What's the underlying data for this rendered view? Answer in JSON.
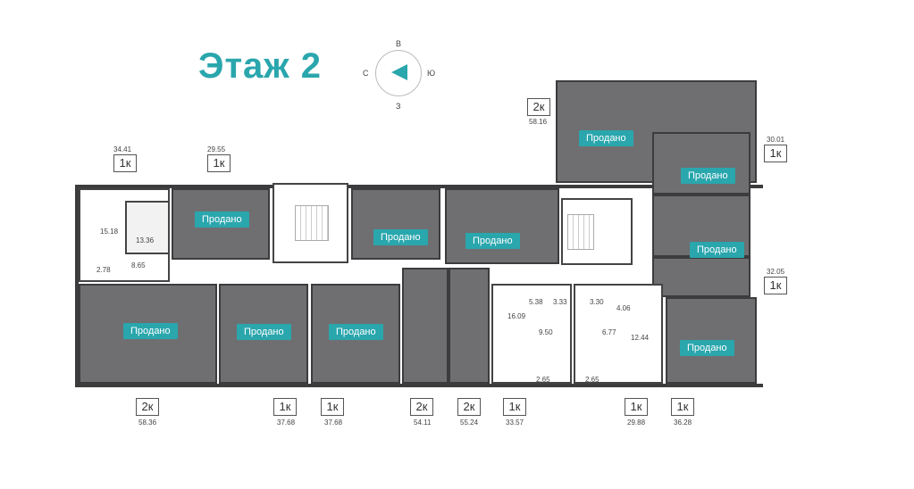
{
  "floor_title": "Этаж 2",
  "compass": {
    "north": "В",
    "west": "С",
    "east": "Ю",
    "south": "З",
    "icon": "compass-arrow-icon"
  },
  "status_label": "Продано",
  "top_units": [
    {
      "type": "1к",
      "area": "34.41"
    },
    {
      "type": "1к",
      "area": "29.55"
    },
    {
      "type": "2к",
      "area": "58.16"
    },
    {
      "type": "1к",
      "area": "30.01"
    },
    {
      "type": "1к",
      "area": "32.05"
    }
  ],
  "bottom_units": [
    {
      "type": "2к",
      "area": "58.36"
    },
    {
      "type": "1к",
      "area": "37.68"
    },
    {
      "type": "1к",
      "area": "37.68"
    },
    {
      "type": "2к",
      "area": "54.11"
    },
    {
      "type": "2к",
      "area": "55.24"
    },
    {
      "type": "1к",
      "area": "33.57"
    },
    {
      "type": "1к",
      "area": "29.88"
    },
    {
      "type": "1к",
      "area": "36.28"
    }
  ],
  "room_values": [
    "15.18",
    "13.36",
    "8.65",
    "2.78",
    "16.09",
    "9.50",
    "6.77",
    "12.44",
    "5.38",
    "3.33",
    "3.30",
    "4.06",
    "2.65",
    "2.65"
  ],
  "colors": {
    "accent": "#2aa6ad",
    "room": "#6f6f71",
    "wall": "#3c3c3e"
  }
}
